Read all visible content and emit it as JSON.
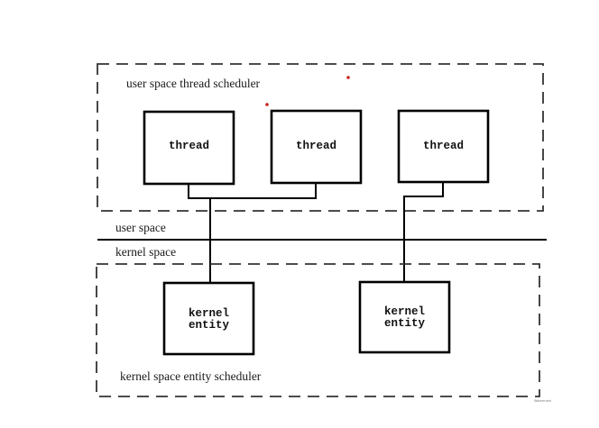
{
  "user_scheduler": {
    "label": "user space thread scheduler",
    "threads": [
      "thread",
      "thread",
      "thread"
    ]
  },
  "boundary": {
    "upper_label": "user space",
    "lower_label": "kernel space"
  },
  "kernel_scheduler": {
    "label": "kernel space entity scheduler",
    "entities": [
      {
        "line1": "kernel",
        "line2": "entity"
      },
      {
        "line1": "kernel",
        "line2": "entity"
      }
    ]
  },
  "corner_mark": "Watermark",
  "colors": {
    "stroke": "#000000",
    "dash": "#333333",
    "dot": "#cc2222",
    "background": "#ffffff"
  }
}
